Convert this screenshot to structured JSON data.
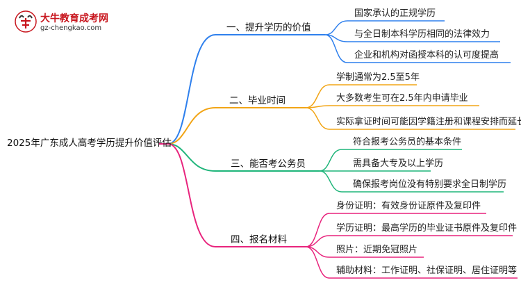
{
  "logo": {
    "name": "大牛教育成考网",
    "site": "gz-chengkao.com",
    "accent_color": "#c8161e"
  },
  "root": "2025年广东成人高考学历提升价值评估",
  "branches": [
    {
      "label": "一、提升学历的价值",
      "color": "#2f80ed",
      "leaves": [
        "国家承认的正规学历",
        "与全日制本科学历相同的法律效力",
        "企业和机构对函授本科的认可度提高"
      ]
    },
    {
      "label": "二、毕业时间",
      "color": "#f2a516",
      "leaves": [
        "学制通常为2.5至5年",
        "大多数考生可在2.5年内申请毕业",
        "实际拿证时间可能因学籍注册和课程安排而延长"
      ]
    },
    {
      "label": "三、能否考公务员",
      "color": "#1fb57a",
      "leaves": [
        "符合报考公务员的基本条件",
        "需具备大专及以上学历",
        "确保报考岗位没有特别要求全日制学历"
      ]
    },
    {
      "label": "四、报名材料",
      "color": "#e8247d",
      "leaves": [
        "身份证明：有效身份证原件及复印件",
        "学历证明：最高学历的毕业证书原件及复印件",
        "照片：近期免冠照片",
        "辅助材料：工作证明、社保证明、居住证明等"
      ]
    }
  ]
}
